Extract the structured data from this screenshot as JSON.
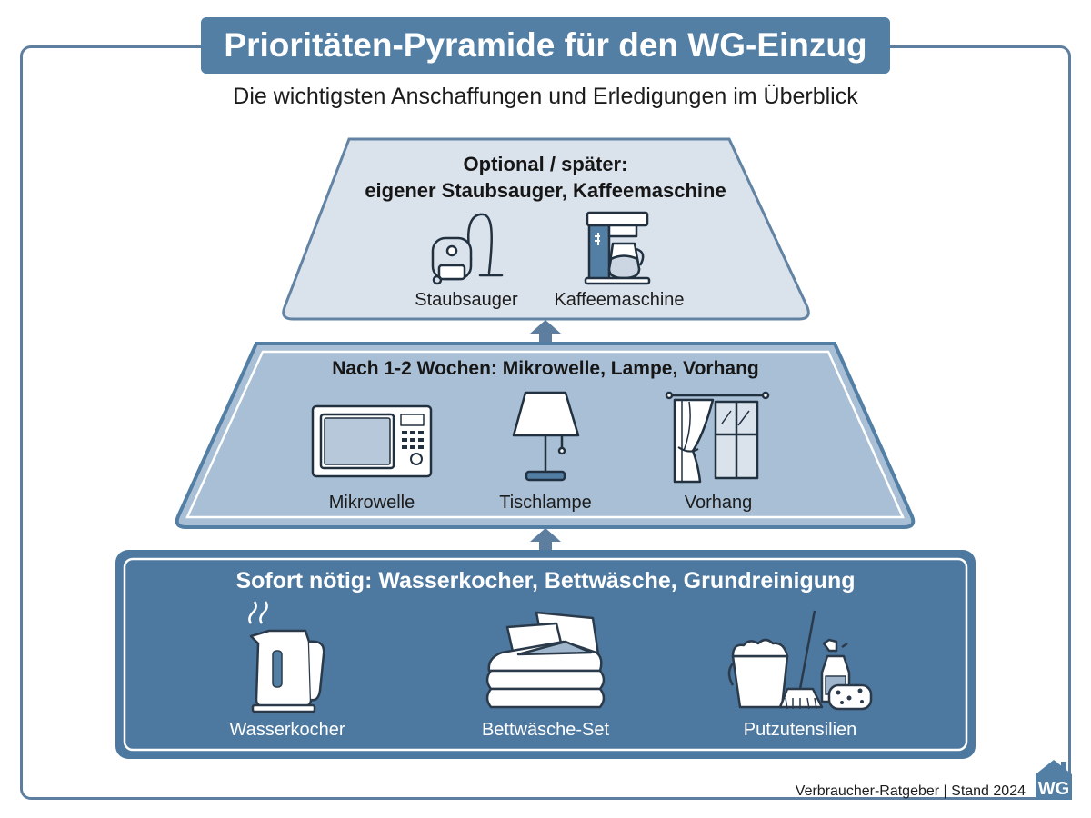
{
  "header": {
    "title": "Prioritäten-Pyramide für den WG-Einzug",
    "subtitle": "Die wichtigsten Anschaffungen und Erledigungen im Überblick"
  },
  "pyramid": {
    "top": {
      "heading_line1": "Optional / später:",
      "heading_line2": "eigener Staubsauger, Kaffeemaschine",
      "items": [
        {
          "label": "Staubsauger",
          "icon": "vacuum-cleaner-icon"
        },
        {
          "label": "Kaffeemaschine",
          "icon": "coffee-machine-icon"
        }
      ]
    },
    "middle": {
      "heading": "Nach 1-2 Wochen: Mikrowelle, Lampe, Vorhang",
      "items": [
        {
          "label": "Mikrowelle",
          "icon": "microwave-icon"
        },
        {
          "label": "Tischlampe",
          "icon": "table-lamp-icon"
        },
        {
          "label": "Vorhang",
          "icon": "curtain-icon"
        }
      ]
    },
    "bottom": {
      "heading": "Sofort nötig: Wasserkocher, Bettwäsche, Grundreinigung",
      "items": [
        {
          "label": "Wasserkocher",
          "icon": "kettle-icon"
        },
        {
          "label": "Bettwäsche-Set",
          "icon": "bedding-icon"
        },
        {
          "label": "Putzutensilien",
          "icon": "cleaning-supplies-icon"
        }
      ]
    }
  },
  "footer": {
    "source": "Verbraucher-Ratgeber | Stand 2024",
    "logo_text": "WG"
  },
  "colors": {
    "accent": "#537fa5",
    "tier_top": "#dae2ec",
    "tier_middle": "#a9bfd5",
    "tier_bottom": "#4d78a0",
    "line": "#5d7e9e"
  }
}
